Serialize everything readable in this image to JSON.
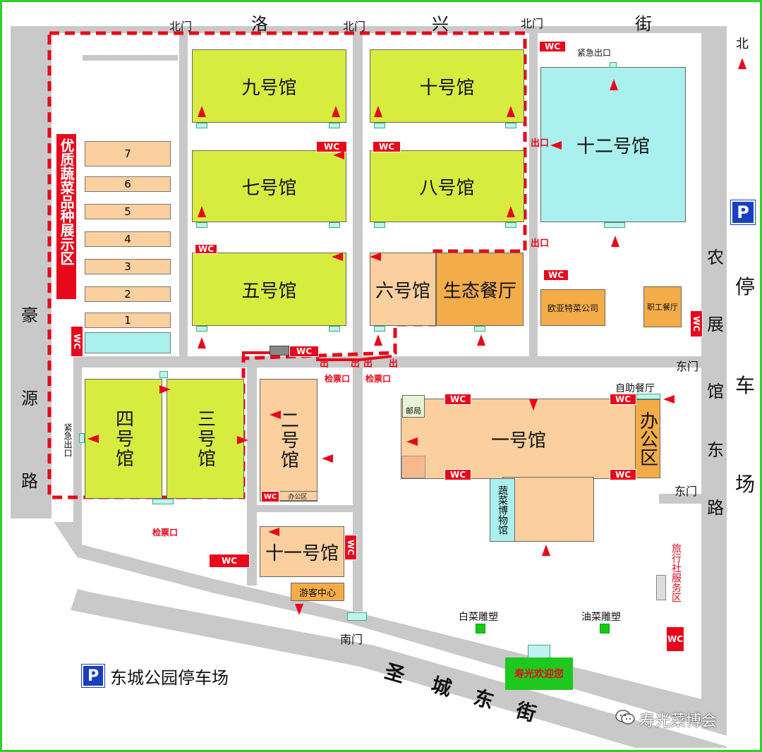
{
  "streets": {
    "north_chars": [
      "洛",
      "兴",
      "街"
    ],
    "west_chars": [
      "豪",
      "源",
      "路"
    ],
    "east_chars": [
      "农",
      "展",
      "馆",
      "东",
      "路"
    ],
    "south_chars": [
      "圣",
      "城",
      "东",
      "街"
    ],
    "parking_east_chars": [
      "停",
      "车",
      "场"
    ]
  },
  "compass": "北",
  "gates": {
    "north_1": "北门",
    "north_2": "北门",
    "north_3": "北门",
    "east_1": "东门",
    "east_2": "东门",
    "south": "南门",
    "emergency_top": "紧急出口",
    "emergency_left": "紧急出口"
  },
  "halls": {
    "h9": "九号馆",
    "h10": "十号馆",
    "h12": "十二号馆",
    "h7": "七号馆",
    "h8": "八号馆",
    "h5": "五号馆",
    "h6": "六号馆",
    "eco_restaurant": "生态餐厅",
    "h4": "四号馆",
    "h3": "三号馆",
    "h2": "二号馆",
    "h1": "一号馆",
    "h11": "十一号馆",
    "office": "办公区",
    "office_small": "办公区",
    "museum": "蔬菜博物馆",
    "ouya": "欧亚特菜公司",
    "staff_canteen": "职工餐厅",
    "self_buffet": "自助餐厅",
    "post": "邮局",
    "visitor_center": "游客中心",
    "travel_service": "旅行社服务区"
  },
  "showcase": {
    "title": "优质蔬菜品种展示区",
    "plots": [
      "7",
      "6",
      "5",
      "4",
      "3",
      "2",
      "1"
    ]
  },
  "labels": {
    "wc": "WC",
    "exit": "出口",
    "exit_short": "出",
    "ticket": "检票口",
    "cabbage": "白菜雕塑",
    "rape": "油菜雕塑",
    "welcome": "寿光欢迎您",
    "parking_symbol": "P",
    "dongcheng_parking": "东城公园停车场",
    "watermark": "寿光菜博会"
  },
  "colors": {
    "lime": "#d8ec3f",
    "peach": "#fbcf9e",
    "orange": "#f4ac48",
    "cyan": "#aaf0ee",
    "red": "#e8081b",
    "road": "#c9c9c9",
    "frame": "#2ed12e",
    "parking_blue": "#1a3fbf"
  }
}
